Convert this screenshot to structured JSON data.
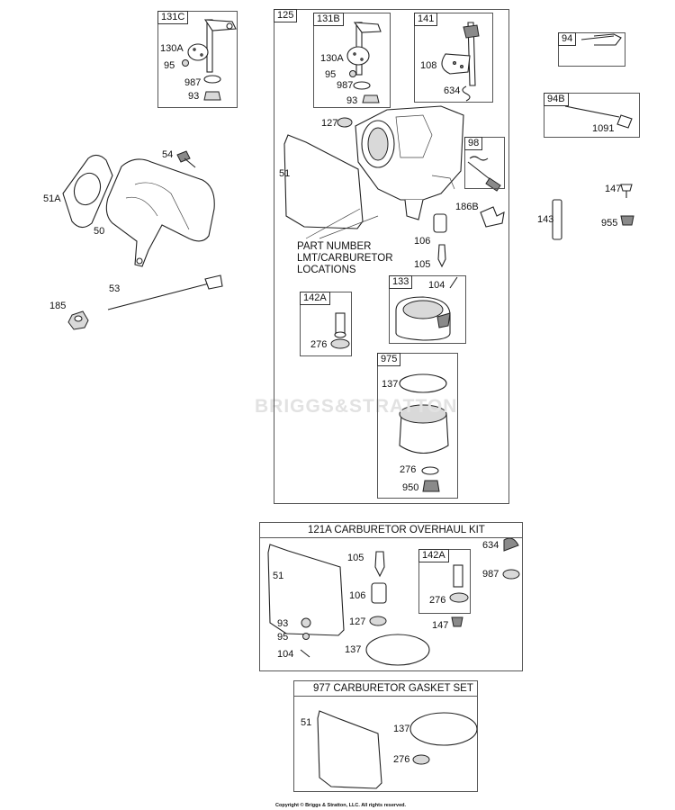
{
  "watermark": "BRIGGS&STRATTON",
  "note": {
    "line1": "PART NUMBER",
    "line2": "LMT/CARBURETOR",
    "line3": "LOCATIONS"
  },
  "kits": {
    "overhaul": "121A CARBURETOR OVERHAUL KIT",
    "gasket": "977 CARBURETOR GASKET SET"
  },
  "tags": {
    "t131C": "131C",
    "t125": "125",
    "t131B": "131B",
    "t141": "141",
    "t94": "94",
    "t94B": "94B",
    "t98": "98",
    "t142A": "142A",
    "t133": "133",
    "t975": "975",
    "t142A_kit": "142A"
  },
  "labels": {
    "l130A_a": "130A",
    "l95_a": "95",
    "l987_a": "987",
    "l93_a": "93",
    "l54": "54",
    "l51A": "51A",
    "l50": "50",
    "l53": "53",
    "l185": "185",
    "l130A_b": "130A",
    "l95_b": "95",
    "l987_b": "987",
    "l93_b": "93",
    "l108": "108",
    "l634_a": "634",
    "l127_a": "127",
    "l51_a": "51",
    "l186B": "186B",
    "l106_a": "106",
    "l105_a": "105",
    "l104_a": "104",
    "l276_a": "276",
    "l137_a": "137",
    "l276_b": "276",
    "l950": "950",
    "l1091": "1091",
    "l147_a": "147",
    "l143": "143",
    "l955": "955",
    "l51_b": "51",
    "l105_b": "105",
    "l106_b": "106",
    "l127_b": "127",
    "l93_c": "93",
    "l95_c": "95",
    "l104_b": "104",
    "l137_b": "137",
    "l276_c": "276",
    "l147_b": "147",
    "l634_b": "634",
    "l987_c": "987",
    "l51_c": "51",
    "l137_c": "137",
    "l276_d": "276"
  },
  "copyright": "Copyright © Briggs & Stratton, LLC. All rights reserved."
}
